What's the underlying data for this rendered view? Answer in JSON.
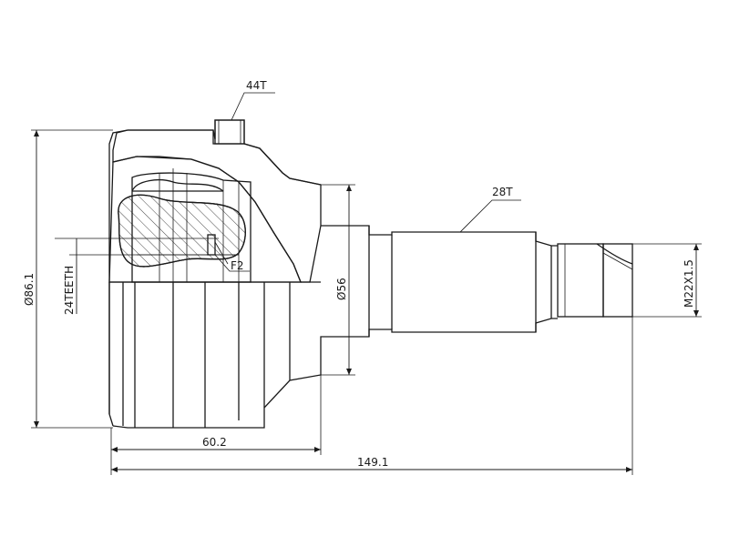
{
  "labels": {
    "gear_44t": "44T",
    "spline_28t": "28T",
    "marker_f2": "F2",
    "dia_861": "Ø86.1",
    "teeth_24": "24TEETH",
    "dia_56": "Ø56",
    "thread": "M22X1.5",
    "len_602": "60.2",
    "len_1491": "149.1"
  }
}
